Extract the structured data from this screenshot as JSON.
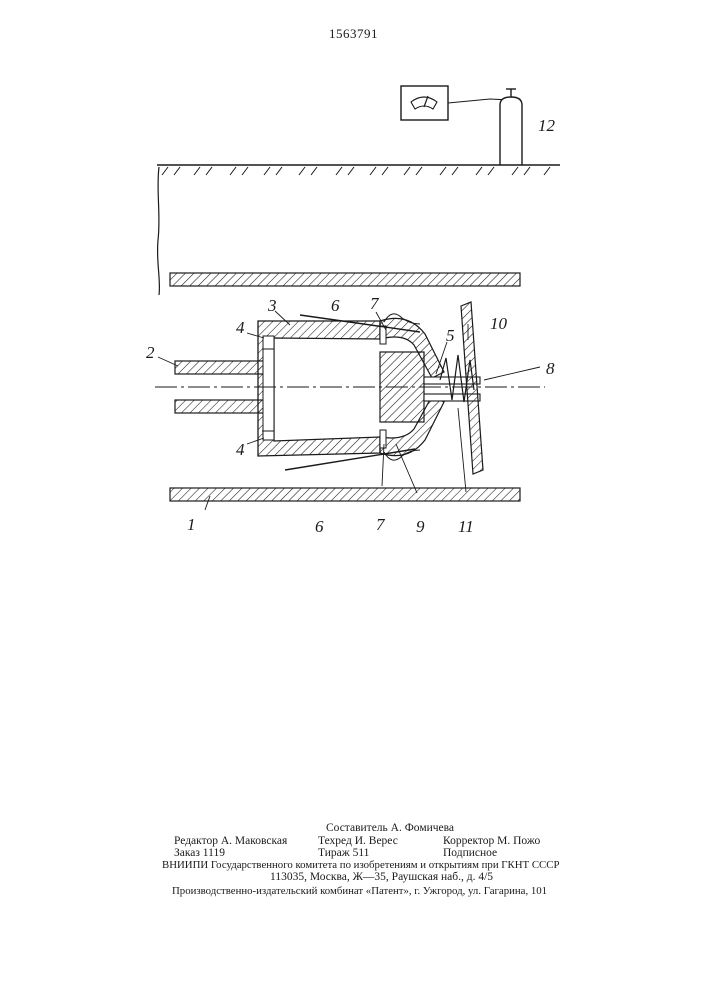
{
  "patent_number": "1563791",
  "figure_labels": {
    "l1": "1",
    "l2": "2",
    "l3": "3",
    "l4a": "4",
    "l4b": "4",
    "l5": "5",
    "l6a": "6",
    "l6b": "6",
    "l7a": "7",
    "l7b": "7",
    "l8": "8",
    "l9": "9",
    "l10": "10",
    "l11": "11",
    "l12": "12"
  },
  "footer": {
    "compiler": "Составитель А. Фомичева",
    "editor": "Редактор А. Маковская",
    "techred": "Техред И. Верес",
    "corrector": "Корректор М. Пожо",
    "order": "Заказ 1119",
    "circulation": "Тираж 511",
    "subscription": "Подписное",
    "institute": "ВНИИПИ Государственного комитета по изобретениям и открытиям при ГКНТ СССР",
    "address": "113035, Москва, Ж—35, Раушская наб., д. 4/5",
    "publisher": "Производственно-издательский комбинат «Патент», г. Ужгород, ул. Гагарина, 101"
  }
}
